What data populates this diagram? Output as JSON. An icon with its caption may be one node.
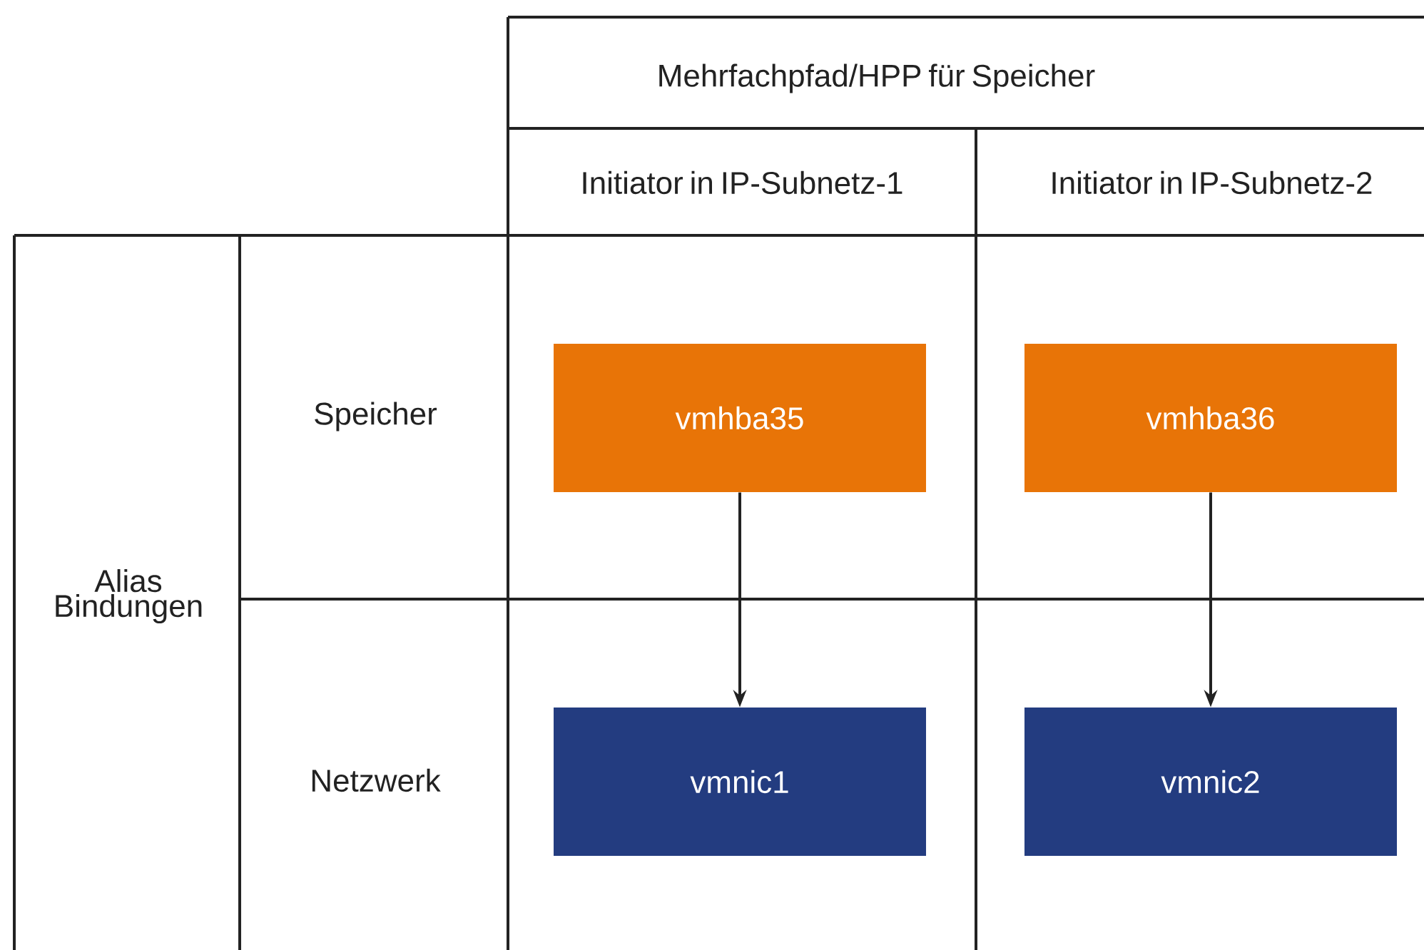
{
  "diagram": {
    "nodes": [
      {
        "text": [
          "vmhba35"
        ]
      },
      {
        "text": [
          "vmhba36"
        ]
      },
      {
        "text": [
          "vmnic1"
        ]
      },
      {
        "text": [
          "vmnic2"
        ]
      }
    ],
    "edges": [
      {
        "from": 0,
        "to": 2,
        "arrow": "to"
      },
      {
        "from": 1,
        "to": 3,
        "arrow": "to"
      }
    ],
    "labels": [
      "Mehrfachpfad/HPP für Speicher",
      "Initiator in IP-Subnetz-1",
      "Initiator in IP-Subnetz-2",
      "Speicher",
      "Alias Bindungen",
      "Netzwerk"
    ]
  }
}
